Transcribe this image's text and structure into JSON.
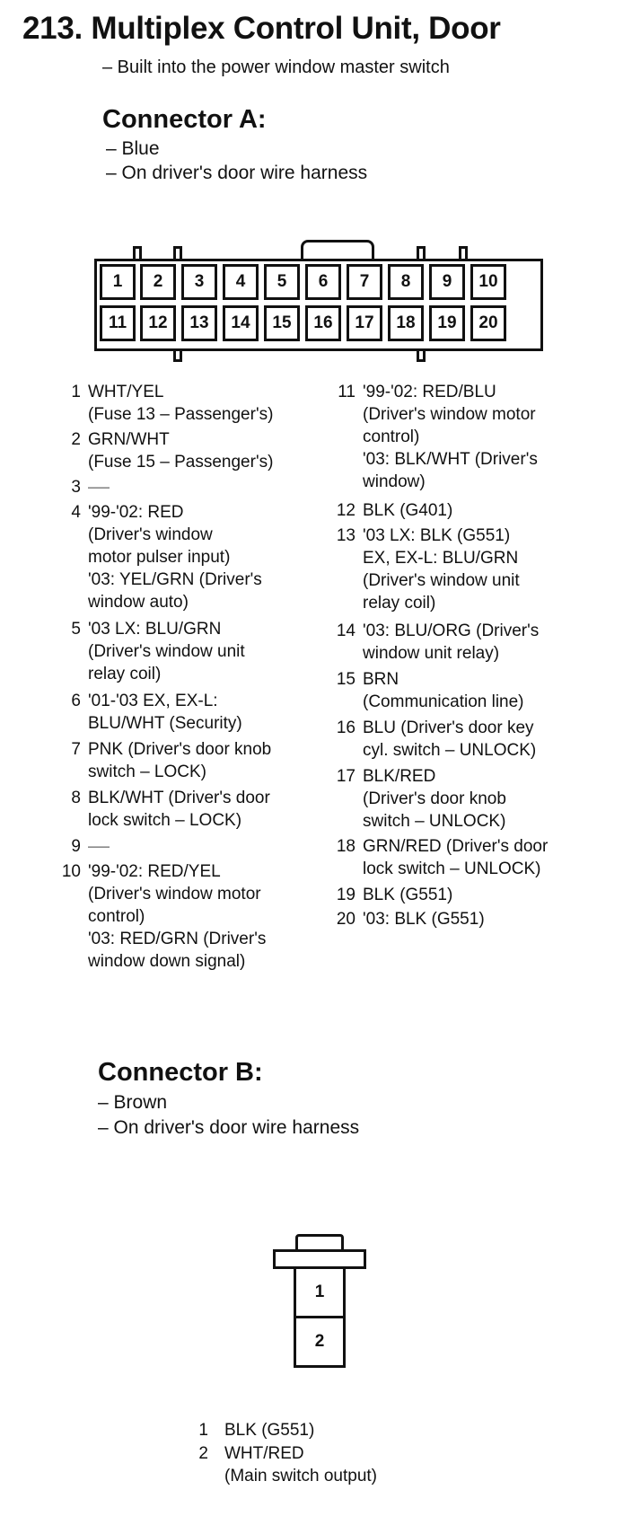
{
  "header": {
    "title": "213. Multiplex Control Unit, Door",
    "subtitle": "– Built into the power window master switch"
  },
  "connector_a": {
    "heading": "Connector A:",
    "notes": [
      "– Blue",
      "– On driver's door wire harness"
    ],
    "pin_labels_top": [
      "1",
      "2",
      "3",
      "4",
      "5",
      "6",
      "7",
      "8",
      "9",
      "10"
    ],
    "pin_labels_bottom": [
      "11",
      "12",
      "13",
      "14",
      "15",
      "16",
      "17",
      "18",
      "19",
      "20"
    ],
    "pins_left": [
      {
        "num": "1",
        "desc": "WHT/YEL\n(Fuse 13 – Passenger's)"
      },
      {
        "num": "2",
        "desc": "GRN/WHT\n(Fuse 15 – Passenger's)"
      },
      {
        "num": "3",
        "desc": "——"
      },
      {
        "num": "4",
        "desc": "'99-'02: RED\n(Driver's window\nmotor pulser input)\n'03: YEL/GRN (Driver's\nwindow auto)"
      },
      {
        "num": "5",
        "desc": "'03 LX: BLU/GRN\n(Driver's window unit\nrelay coil)"
      },
      {
        "num": "6",
        "desc": "'01-'03 EX, EX-L:\nBLU/WHT (Security)"
      },
      {
        "num": "7",
        "desc": "PNK (Driver's door knob\nswitch – LOCK)"
      },
      {
        "num": "8",
        "desc": "BLK/WHT (Driver's door\nlock switch – LOCK)"
      },
      {
        "num": "9",
        "desc": "——"
      },
      {
        "num": "10",
        "desc": "'99-'02: RED/YEL\n(Driver's window motor\ncontrol)\n'03: RED/GRN (Driver's\nwindow down signal)"
      }
    ],
    "pins_right": [
      {
        "num": "11",
        "desc": "'99-'02: RED/BLU\n(Driver's window motor\ncontrol)\n'03: BLK/WHT (Driver's\nwindow)"
      },
      {
        "num": "12",
        "desc": "BLK (G401)"
      },
      {
        "num": "13",
        "desc": "'03 LX: BLK (G551)\nEX, EX-L: BLU/GRN\n(Driver's window unit\nrelay coil)"
      },
      {
        "num": "14",
        "desc": "'03: BLU/ORG (Driver's\nwindow unit relay)"
      },
      {
        "num": "15",
        "desc": "BRN\n(Communication line)"
      },
      {
        "num": "16",
        "desc": "BLU (Driver's door key\ncyl. switch – UNLOCK)"
      },
      {
        "num": "17",
        "desc": "BLK/RED\n(Driver's door knob\nswitch – UNLOCK)"
      },
      {
        "num": "18",
        "desc": "GRN/RED (Driver's door\nlock switch – UNLOCK)"
      },
      {
        "num": "19",
        "desc": "BLK (G551)"
      },
      {
        "num": "20",
        "desc": "'03: BLK (G551)"
      }
    ]
  },
  "connector_b": {
    "heading": "Connector B:",
    "notes": [
      "– Brown",
      "– On driver's door wire harness"
    ],
    "pin_labels": [
      "1",
      "2"
    ],
    "pins": [
      {
        "num": "1",
        "desc": "BLK (G551)"
      },
      {
        "num": "2",
        "desc": "WHT/RED\n(Main switch output)"
      }
    ]
  }
}
